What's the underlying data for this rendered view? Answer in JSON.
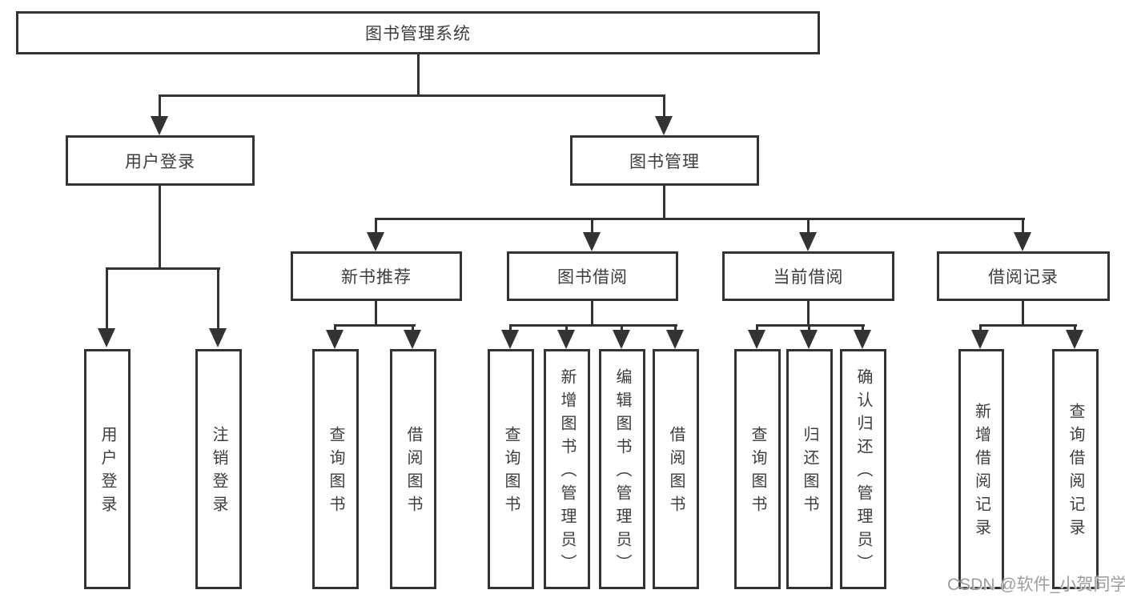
{
  "diagram": {
    "root": "图书管理系统",
    "user_login": {
      "label": "用户登录",
      "children": [
        "用户登录",
        "注销登录"
      ]
    },
    "book_management": {
      "label": "图书管理",
      "sections": [
        {
          "label": "新书推荐",
          "children": [
            "查询图书",
            "借阅图书"
          ]
        },
        {
          "label": "图书借阅",
          "children": [
            "查询图书",
            "新增图书（管理员）",
            "编辑图书（管理员）",
            "借阅图书"
          ]
        },
        {
          "label": "当前借阅",
          "children": [
            "查询图书",
            "归还图书",
            "确认归还（管理员）"
          ]
        },
        {
          "label": "借阅记录",
          "children": [
            "新增借阅记录",
            "查询借阅记录"
          ]
        }
      ]
    },
    "watermark": "CSDN @软件_小贺同学",
    "colors": {
      "line": "#333333",
      "text": "#3d3d3d",
      "watermark": "#8c8c8c",
      "background": "#ffffff"
    }
  }
}
